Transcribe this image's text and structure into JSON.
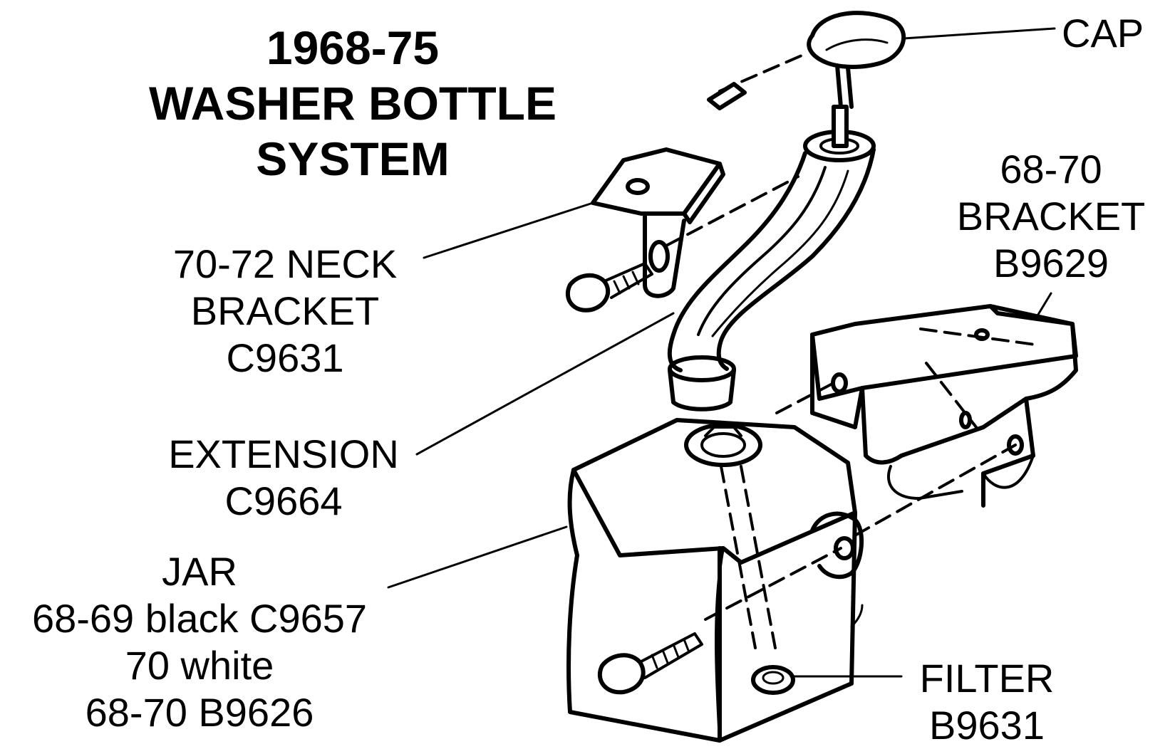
{
  "title": {
    "line1": "1968-75",
    "line2": "WASHER BOTTLE",
    "line3": "SYSTEM"
  },
  "labels": {
    "cap": "CAP",
    "bracket_68_70": {
      "line1": "68-70",
      "line2": "BRACKET",
      "line3": "B9629"
    },
    "neck_bracket": {
      "line1": "70-72 NECK",
      "line2": "BRACKET",
      "line3": "C9631"
    },
    "extension": {
      "line1": "EXTENSION",
      "line2": "C9664"
    },
    "jar": {
      "line1": "JAR",
      "line2": "68-69 black C9657",
      "line3": "70 white",
      "line4": "68-70 B9626"
    },
    "filter": {
      "line1": "FILTER",
      "line2": "B9631"
    }
  },
  "colors": {
    "ink": "#000000",
    "paper": "#ffffff"
  }
}
